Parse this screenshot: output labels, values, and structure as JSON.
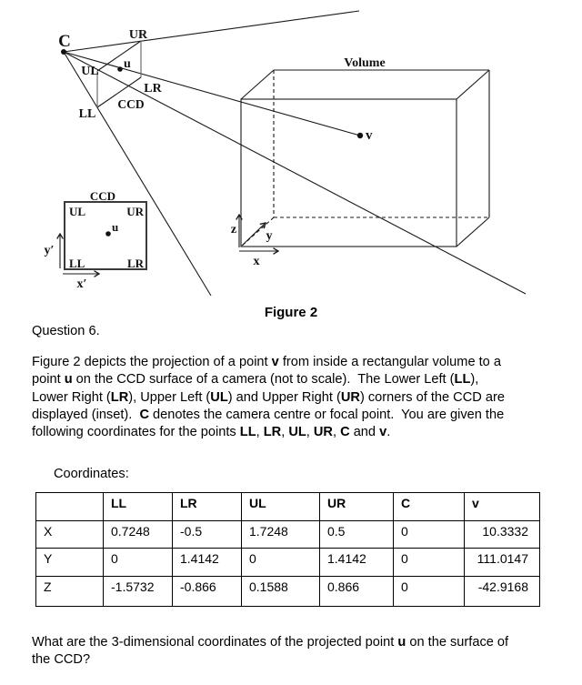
{
  "figure": {
    "caption": "Figure 2",
    "labels": {
      "c": "C",
      "ur": "UR",
      "ul": "UL",
      "lr": "LR",
      "ll": "LL",
      "ccd": "CCD",
      "u": "u",
      "v": "v",
      "volume": "Volume",
      "x": "x",
      "y": "y",
      "z": "z",
      "x_prime": "x′",
      "y_prime": "y′"
    },
    "line_color": "#1a1a1a",
    "grey_edge_color": "#6e6e6e"
  },
  "question": {
    "number_label": "Question 6.",
    "paragraph": [
      [
        {
          "t": "Figure 2 depicts the projection of a point "
        },
        {
          "t": "v",
          "b": true
        },
        {
          "t": " from inside a rectangular volume to a"
        }
      ],
      [
        {
          "t": "point "
        },
        {
          "t": "u",
          "b": true
        },
        {
          "t": " on the CCD surface of a camera (not to scale).  The Lower Left ("
        },
        {
          "t": "LL",
          "b": true
        },
        {
          "t": "),"
        }
      ],
      [
        {
          "t": "Lower Right ("
        },
        {
          "t": "LR",
          "b": true
        },
        {
          "t": "), Upper Left ("
        },
        {
          "t": "UL",
          "b": true
        },
        {
          "t": ") and Upper Right ("
        },
        {
          "t": "UR",
          "b": true
        },
        {
          "t": ") corners of the CCD are"
        }
      ],
      [
        {
          "t": "displayed (inset).  "
        },
        {
          "t": "C",
          "b": true
        },
        {
          "t": " denotes the camera centre or focal point.  You are given the"
        }
      ],
      [
        {
          "t": "following coordinates for the points "
        },
        {
          "t": "LL",
          "b": true
        },
        {
          "t": ", "
        },
        {
          "t": "LR",
          "b": true
        },
        {
          "t": ", "
        },
        {
          "t": "UL",
          "b": true
        },
        {
          "t": ", "
        },
        {
          "t": "UR",
          "b": true
        },
        {
          "t": ", "
        },
        {
          "t": "C",
          "b": true
        },
        {
          "t": " and "
        },
        {
          "t": "v",
          "b": true
        },
        {
          "t": "."
        }
      ]
    ],
    "coordinates_label": "Coordinates:",
    "final": [
      [
        {
          "t": "What are the 3-dimensional coordinates of the projected point "
        },
        {
          "t": "u",
          "b": true
        },
        {
          "t": " on the surface of"
        }
      ],
      [
        {
          "t": "the CCD?"
        }
      ]
    ]
  },
  "table": {
    "headers": [
      "",
      "LL",
      "LR",
      "UL",
      "UR",
      "C",
      "v"
    ],
    "rows": [
      {
        "label": "X",
        "values": [
          "0.7248",
          "-0.5",
          "1.7248",
          "0.5",
          "0",
          "10.3332"
        ]
      },
      {
        "label": "Y",
        "values": [
          "0",
          "1.4142",
          "0",
          "1.4142",
          "0",
          "111.0147"
        ]
      },
      {
        "label": "Z",
        "values": [
          "-1.5732",
          "-0.866",
          "0.1588",
          "0.866",
          "0",
          "-42.9168"
        ]
      }
    ]
  }
}
